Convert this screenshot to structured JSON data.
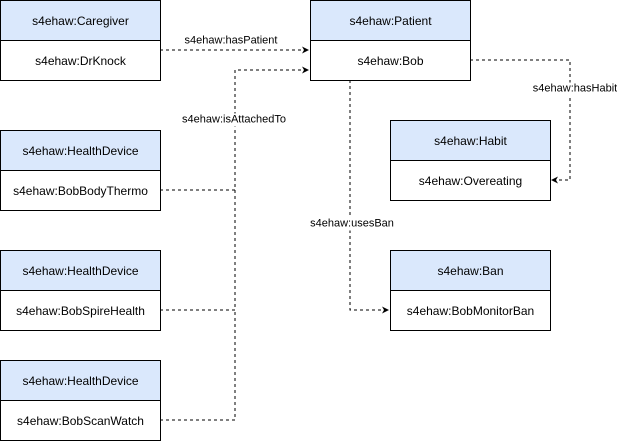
{
  "nodes": {
    "caregiver": {
      "type": "s4ehaw:Caregiver",
      "name": "s4ehaw:DrKnock"
    },
    "patient": {
      "type": "s4ehaw:Patient",
      "name": "s4ehaw:Bob"
    },
    "habit": {
      "type": "s4ehaw:Habit",
      "name": "s4ehaw:Overeating"
    },
    "ban": {
      "type": "s4ehaw:Ban",
      "name": "s4ehaw:BobMonitorBan"
    },
    "device1": {
      "type": "s4ehaw:HealthDevice",
      "name": "s4ehaw:BobBodyThermo"
    },
    "device2": {
      "type": "s4ehaw:HealthDevice",
      "name": "s4ehaw:BobSpireHealth"
    },
    "device3": {
      "type": "s4ehaw:HealthDevice",
      "name": "s4ehaw:BobScanWatch"
    }
  },
  "edges": {
    "has_patient": "s4ehaw:hasPatient",
    "has_habit": "s4ehaw:hasHabit",
    "uses_ban": "s4ehaw:usesBan",
    "is_attached_to": "s4ehaw:isAttachedTo"
  },
  "colors": {
    "header_fill": "#dae8fc",
    "border": "#000000",
    "edge": "#000000"
  }
}
